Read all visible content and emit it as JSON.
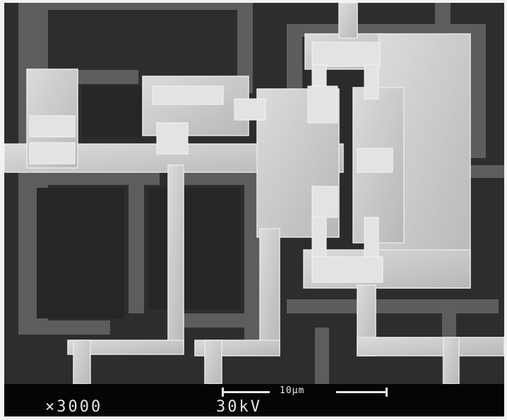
{
  "micrograph": {
    "type": "SEM micrograph of integrated circuit structure",
    "magnification": "×3000",
    "accelerating_voltage": "30kV",
    "scale_bar_label": "10μm"
  },
  "colors": {
    "background": "#2a2a2a",
    "substrate_mid": "#5a5a5a",
    "diffusion": "#6e6e6e",
    "metal": "#c9c9c9",
    "metal_highlight": "#e6e6e6",
    "databar": "#050505",
    "databar_text": "#e8e8e8"
  }
}
